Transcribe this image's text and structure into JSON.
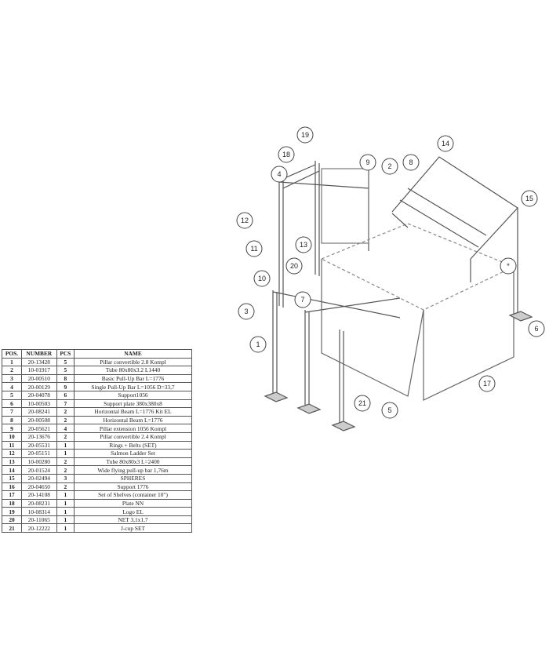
{
  "table": {
    "headers": [
      "POS.",
      "NUMBER",
      "PCS",
      "NAME"
    ],
    "rows": [
      [
        "1",
        "20-13428",
        "5",
        "Pillar convertible 2.8 Kompl"
      ],
      [
        "2",
        "10-01917",
        "5",
        "Tube 80x80x3.2 L1440"
      ],
      [
        "3",
        "20-00510",
        "8",
        "Basic Pull-Up Bar L=1776"
      ],
      [
        "4",
        "20-00129",
        "9",
        "Single Pull-Up Bar L=1056 D=33,7"
      ],
      [
        "5",
        "20-04078",
        "6",
        "Support1056"
      ],
      [
        "6",
        "10-00503",
        "7",
        "Support plate 380x380x8"
      ],
      [
        "7",
        "20-08241",
        "2",
        "Horizontal Beam L=1776 Kit EL"
      ],
      [
        "8",
        "20-00508",
        "2",
        "Horizontal Beam L=1776"
      ],
      [
        "9",
        "20-05621",
        "4",
        "Pillar extension 1056 Kompl"
      ],
      [
        "10",
        "20-13676",
        "2",
        "Pillar convertible 2.4 Kompl"
      ],
      [
        "11",
        "20-05531",
        "1",
        "Rings + Belts (SET)"
      ],
      [
        "12",
        "20-05151",
        "1",
        "Salmon Ladder Set"
      ],
      [
        "13",
        "10-00280",
        "2",
        "Tube 80x80x3 L=2400"
      ],
      [
        "14",
        "20-01524",
        "2",
        "Wide flying pull-up bar 1,76m"
      ],
      [
        "15",
        "20-02494",
        "3",
        "SPHERES"
      ],
      [
        "16",
        "20-04650",
        "2",
        "Support 1776"
      ],
      [
        "17",
        "20-14108",
        "1",
        "Set of Shelves  (container 10\")"
      ],
      [
        "18",
        "20-08231",
        "1",
        "Plate NN"
      ],
      [
        "19",
        "10-08314",
        "1",
        "Logo EL"
      ],
      [
        "20",
        "20-11065",
        "1",
        "NET 3,1x1,7"
      ],
      [
        "21",
        "20-12222",
        "1",
        "J-cup SET"
      ]
    ]
  },
  "callouts": [
    "19",
    "18",
    "4",
    "9",
    "2",
    "8",
    "14",
    "15",
    "12",
    "11",
    "13",
    "20",
    "10",
    "3",
    "7",
    "*",
    "6",
    "1",
    "17",
    "21",
    "5"
  ]
}
